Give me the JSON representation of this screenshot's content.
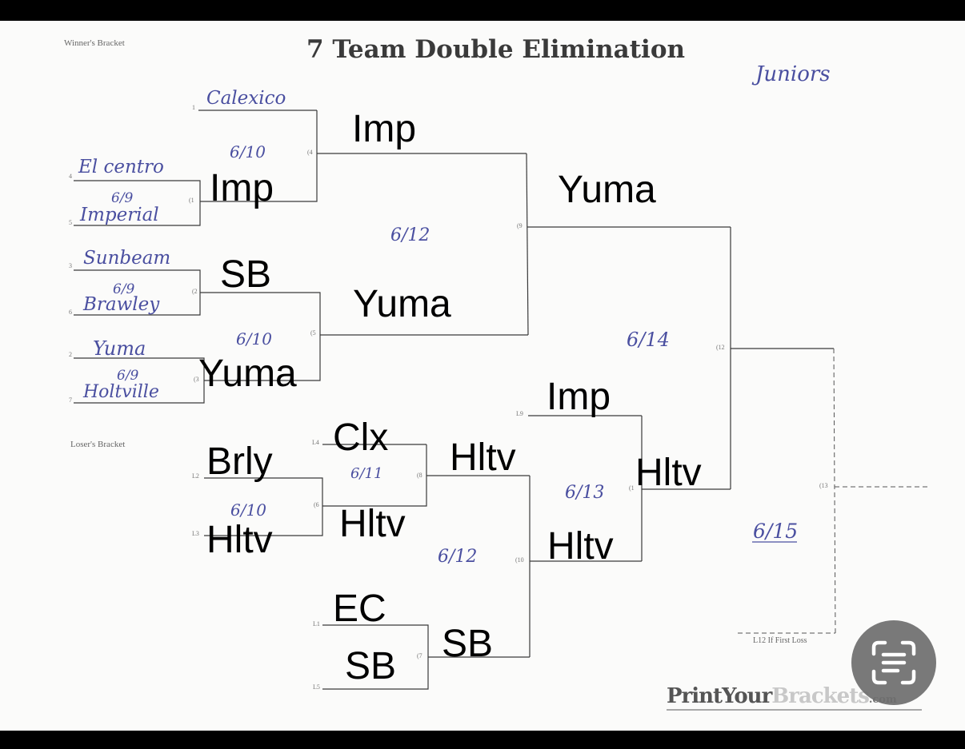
{
  "header": {
    "winners_label": "Winner's Bracket",
    "title": "7 Team Double Elimination",
    "division": "Juniors",
    "losers_label": "Loser's Bracket"
  },
  "seeds": {
    "s1": "1",
    "s4": "4",
    "s5": "5",
    "s3": "3",
    "s6": "6",
    "s2": "2",
    "s7": "7"
  },
  "teams": {
    "t1": "Calexico",
    "t4": "El centro",
    "t5": "Imperial",
    "t3": "Sunbeam",
    "t6": "Brawley",
    "t2": "Yuma",
    "t7": "Holtville"
  },
  "game_nums": {
    "g1": "(1",
    "g2": "(2",
    "g3": "(3",
    "g4": "(4",
    "g5": "(5",
    "g6": "(6",
    "g7": "(7",
    "g8": "(8",
    "g9": "(9",
    "g10": "(10",
    "g11": "(1",
    "g12": "(12",
    "g13": "(13"
  },
  "loser_refs": {
    "l4": "L4",
    "l2": "L2",
    "l3": "L3",
    "l1": "L1",
    "l5": "L5",
    "l9": "L9"
  },
  "dates": {
    "d_g4": "6/10",
    "d_g1": "6/9",
    "d_g2": "6/9",
    "d_g5": "6/10",
    "d_g3": "6/9",
    "d_g9": "6/12",
    "d_g12": "6/14",
    "d_g8": "6/11",
    "d_g6": "6/10",
    "d_g10": "6/12",
    "d_g11": "6/13",
    "d_g13": "6/15"
  },
  "winners": {
    "w_g1": "Imp",
    "w_g4": "Imp",
    "w_g2": "SB",
    "w_g5": "Yuma",
    "w_g3": "Yuma",
    "w_g9": "Yuma",
    "w_l4": "Clx",
    "w_l2": "Brly",
    "w_g6": "Hltv",
    "w_l3": "Hltv",
    "w_g8": "Hltv",
    "w_l9": "Imp",
    "w_g11": "Hltv",
    "w_g10": "Hltv",
    "w_l1": "EC",
    "w_l5": "SB",
    "w_g7": "SB"
  },
  "footer": {
    "if_loss_note": "L12 If First Loss",
    "brand_a": "PrintYour",
    "brand_b": "Brackets",
    "brand_c": ".com"
  }
}
